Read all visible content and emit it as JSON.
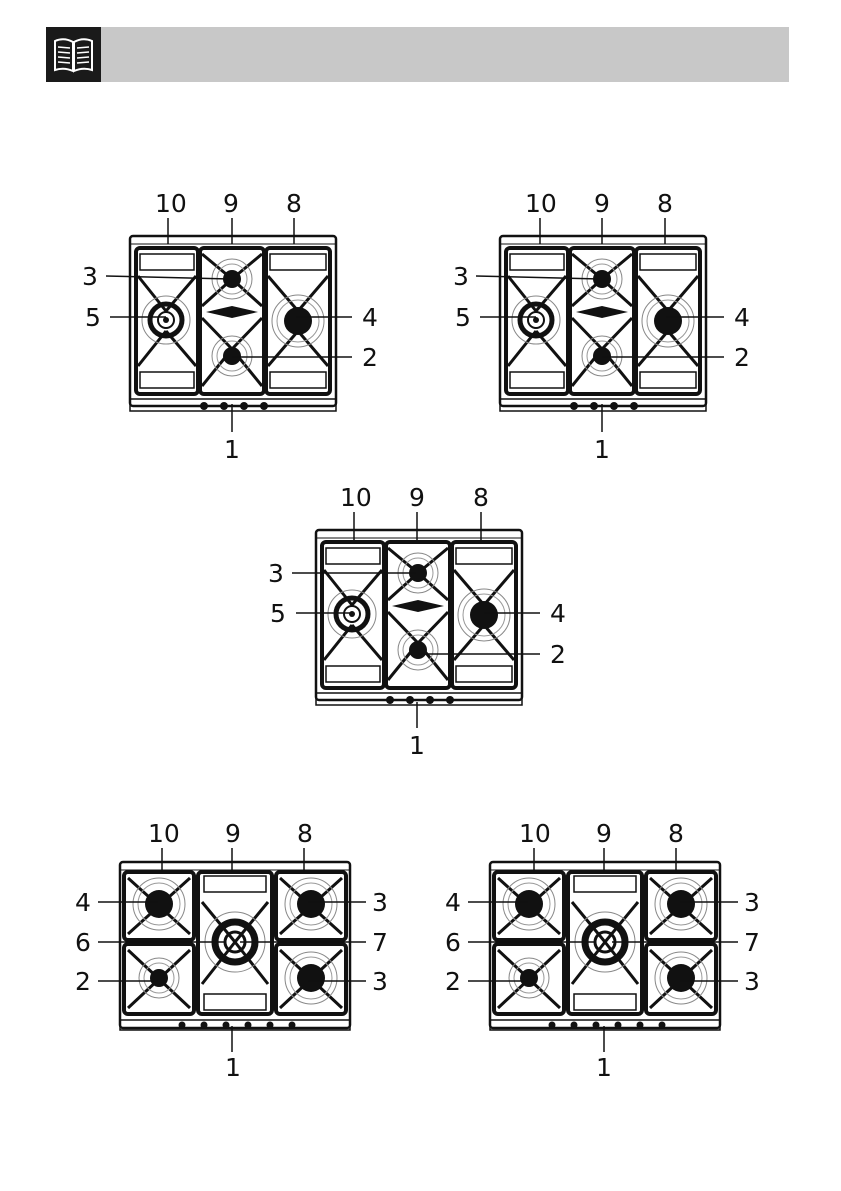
{
  "header": {
    "icon": "open-book-icon",
    "background": "#c8c8c8",
    "icon_background": "#1a1a1a"
  },
  "hobs": [
    {
      "name": "hob-a",
      "layout": "four-burner",
      "labels": [
        "10",
        "9",
        "8",
        "3",
        "5",
        "4",
        "2",
        "1"
      ]
    },
    {
      "name": "hob-b",
      "layout": "four-burner",
      "labels": [
        "10",
        "9",
        "8",
        "3",
        "5",
        "4",
        "2",
        "1"
      ]
    },
    {
      "name": "hob-c",
      "layout": "four-burner",
      "labels": [
        "10",
        "9",
        "8",
        "3",
        "5",
        "4",
        "2",
        "1"
      ]
    },
    {
      "name": "hob-d",
      "layout": "five-burner",
      "labels": [
        "10",
        "9",
        "8",
        "4",
        "3",
        "6",
        "7",
        "2",
        "3",
        "1"
      ]
    },
    {
      "name": "hob-e",
      "layout": "five-burner",
      "labels": [
        "10",
        "9",
        "8",
        "4",
        "3",
        "6",
        "7",
        "2",
        "3",
        "1"
      ]
    }
  ]
}
